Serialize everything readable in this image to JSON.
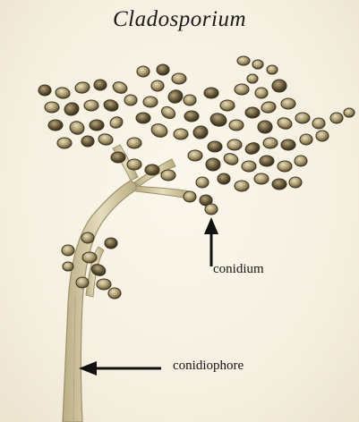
{
  "figure": {
    "title": "Cladosporium",
    "labels": {
      "conidium": "conidium",
      "conidiophore": "conidiophore"
    }
  },
  "colors": {
    "background": "#f6f1e4",
    "spore_fill": "#8a7a52",
    "spore_edge": "#3e3622",
    "stalk": "#d6cca4",
    "stalk_edge": "#9d9068",
    "arrow": "#111111"
  }
}
